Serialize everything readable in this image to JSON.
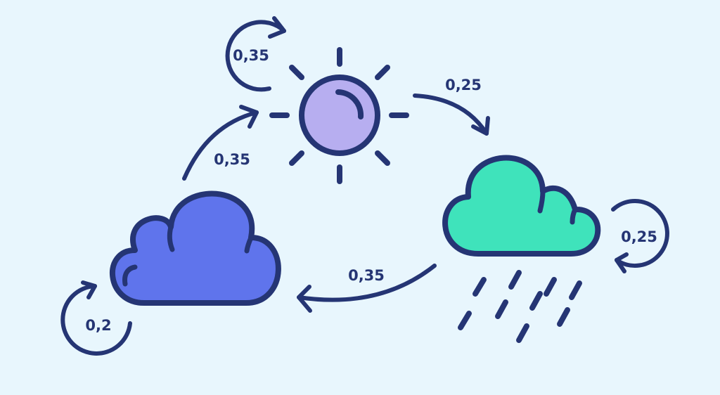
{
  "colors": {
    "background": "#e8f6fd",
    "outline": "#253574",
    "sun_fill": "#b7aef0",
    "cloud_fill": "#5f74ec",
    "rain_cloud_fill": "#3fe3bb"
  },
  "icons": {
    "sunny": "sun-icon",
    "cloudy": "cloud-icon",
    "rainy": "rain-cloud-icon"
  },
  "transitions": {
    "sun_to_sun": "0,35",
    "sun_to_rain": "0,25",
    "rain_to_rain": "0,25",
    "rain_to_cloud": "0,35",
    "cloud_to_cloud": "0,2",
    "cloud_to_sun": "0,35"
  }
}
